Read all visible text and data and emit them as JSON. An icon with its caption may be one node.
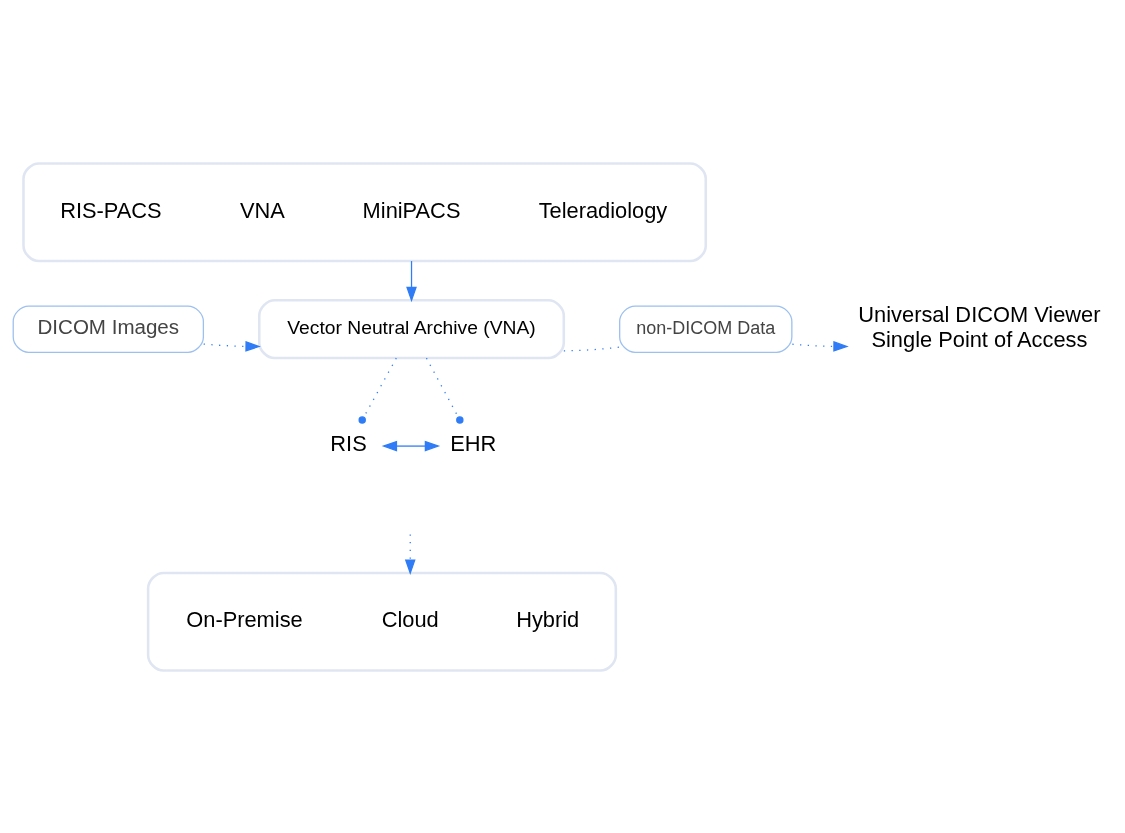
{
  "diagram": {
    "nodes": [
      {
        "text": [],
        "shape": "box"
      },
      {
        "text": [
          "RIS-PACS"
        ],
        "in": 0
      },
      {
        "text": [
          "VNA"
        ],
        "in": 0
      },
      {
        "text": [
          "MiniPACS"
        ],
        "in": 0
      },
      {
        "text": [
          "Teleradiology"
        ],
        "in": 0
      },
      {
        "text": [
          "Vector Neutral Archive (VNA)"
        ]
      },
      {
        "text": [
          "DICOM Images"
        ]
      },
      {
        "text": [
          "non-DICOM Data"
        ]
      },
      {
        "text": [
          "Universal DICOM Viewer",
          "Single Point of Access"
        ]
      },
      {
        "text": [
          "RIS"
        ]
      },
      {
        "text": [
          "EHR"
        ]
      },
      {
        "text": [],
        "shape": "box"
      },
      {
        "text": [
          "On-Premise"
        ],
        "in": 11
      },
      {
        "text": [
          "Cloud"
        ],
        "in": 11
      },
      {
        "text": [
          "Hybrid"
        ],
        "in": 11
      }
    ],
    "edges": [
      {
        "from": 0,
        "to": 5,
        "arrow": "to"
      },
      {
        "from": 6,
        "to": 5,
        "arrow": "to",
        "style": "dashed"
      },
      {
        "from": 5,
        "to": 7,
        "arrow": "none",
        "style": "dashed"
      },
      {
        "from": 7,
        "to": 8,
        "arrow": "to",
        "style": "dashed"
      },
      {
        "from": 5,
        "to": 9,
        "arrow": "other",
        "style": "dashed"
      },
      {
        "from": 5,
        "to": 10,
        "arrow": "other",
        "style": "dashed"
      },
      {
        "from": 9,
        "to": 10,
        "arrow": "both"
      },
      {
        "from": null,
        "to": 11,
        "arrow": "to",
        "style": "dashed"
      }
    ]
  }
}
